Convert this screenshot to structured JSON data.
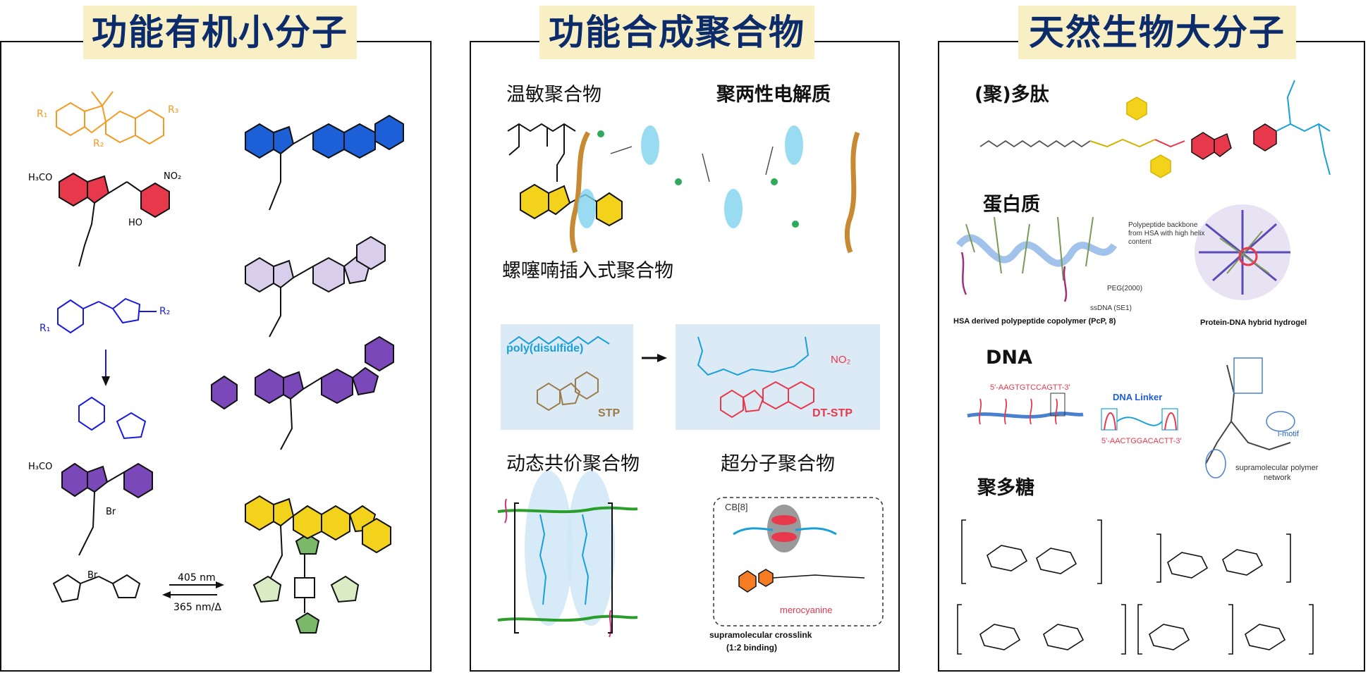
{
  "panels": [
    {
      "title": "功能有机小分子"
    },
    {
      "title": "功能合成聚合物",
      "sections": [
        "温敏聚合物",
        "聚两性电解质",
        "螺噻喃插入式聚合物",
        "动态共价聚合物",
        "超分子聚合物"
      ],
      "disulfide": {
        "label": "poly(disulfide)",
        "stp": "STP",
        "dtstp": "DT-STP",
        "no2": "NO₂"
      },
      "supra": {
        "cb8": "CB[8]",
        "mero": "merocyanine",
        "crosslink": "supramolecular crosslink",
        "binding": "(1:2 binding)"
      }
    },
    {
      "title": "天然生物大分子",
      "sections": [
        "(聚)多肽",
        "蛋白质",
        "DNA",
        "聚多糖"
      ],
      "protein": {
        "cap1": "HSA derived polypeptide copolymer (PcP, 8)",
        "cap2": "Protein-DNA hybrid hydrogel",
        "note": "Polypeptide backbone from HSA with high helix content",
        "peg": "PEG(2000)",
        "ssdna": "ssDNA (SE1)"
      },
      "dna": {
        "seq1": "5'-AAGTGTCCAGTT-3'",
        "linker": "DNA Linker",
        "seq2": "5'-AACTGGACACTT-3'",
        "imotif": "i-motif",
        "network1": "supramolecular polymer",
        "network2": "network"
      }
    }
  ],
  "panel1": {
    "photo": {
      "on": "405 nm",
      "off": "365 nm/Δ"
    },
    "labels": {
      "h3co": "H₃CO",
      "no2": "NO₂",
      "r1": "R₁",
      "r2": "R₂",
      "r3": "R₃",
      "ho": "HO",
      "br": "Br"
    }
  },
  "colors": {
    "orange": "#f59a23",
    "blue": "#1c5fd6",
    "red": "#e8384c",
    "purple": "#7a48b8",
    "yellow": "#f2d21b",
    "lavender": "#d8cdea",
    "azo": "#1a1adc",
    "green": "#2a9e2a",
    "cyan": "#1aa0d8",
    "magenta": "#d0337a"
  }
}
